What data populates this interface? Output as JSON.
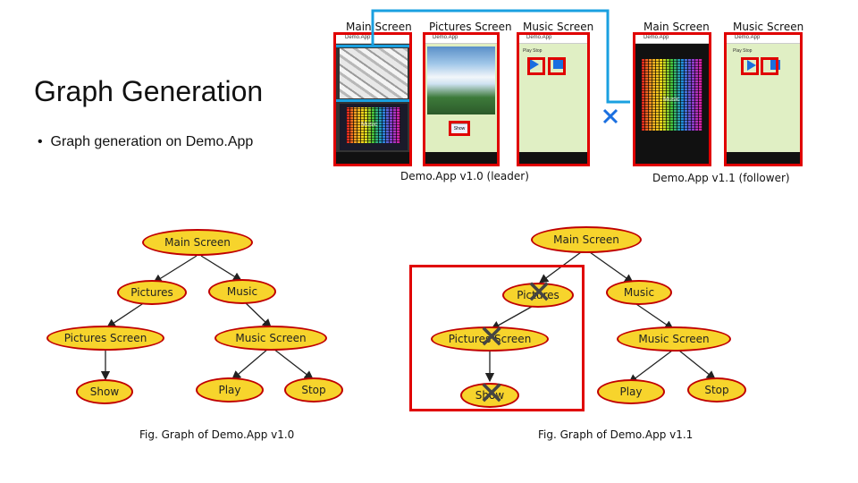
{
  "title": "Graph Generation",
  "bullet": "Graph generation on Demo.App",
  "screen_labels": {
    "main1": "Main Screen",
    "pictures": "Pictures Screen",
    "music1": "Music Screen",
    "main2": "Main Screen",
    "music2": "Music Screen"
  },
  "version_labels": {
    "leader": "Demo.App v1.0 (leader)",
    "follower": "Demo.App v1.1 (follower)"
  },
  "phone_text": {
    "appbar": "Demo.App",
    "music_overlay": "Music",
    "show_button": "Show",
    "play_stop": "Play     Stop"
  },
  "graph_left": {
    "caption": "Fig. Graph of Demo.App v1.0",
    "nodes": {
      "main": "Main Screen",
      "pictures": "Pictures",
      "music": "Music",
      "pictures_screen": "Pictures Screen",
      "music_screen": "Music Screen",
      "show": "Show",
      "play": "Play",
      "stop": "Stop"
    }
  },
  "graph_right": {
    "caption": "Fig. Graph of Demo.App v1.1",
    "nodes": {
      "main": "Main Screen",
      "pictures": "Pictures",
      "music": "Music",
      "pictures_screen": "Pictures Screen",
      "music_screen": "Music Screen",
      "show": "Show",
      "play": "Play",
      "stop": "Stop"
    }
  },
  "colors": {
    "node_fill": "#f7d42c",
    "node_border": "#c00000",
    "highlight_red": "#e00000",
    "highlight_blue": "#1aa0e0"
  }
}
